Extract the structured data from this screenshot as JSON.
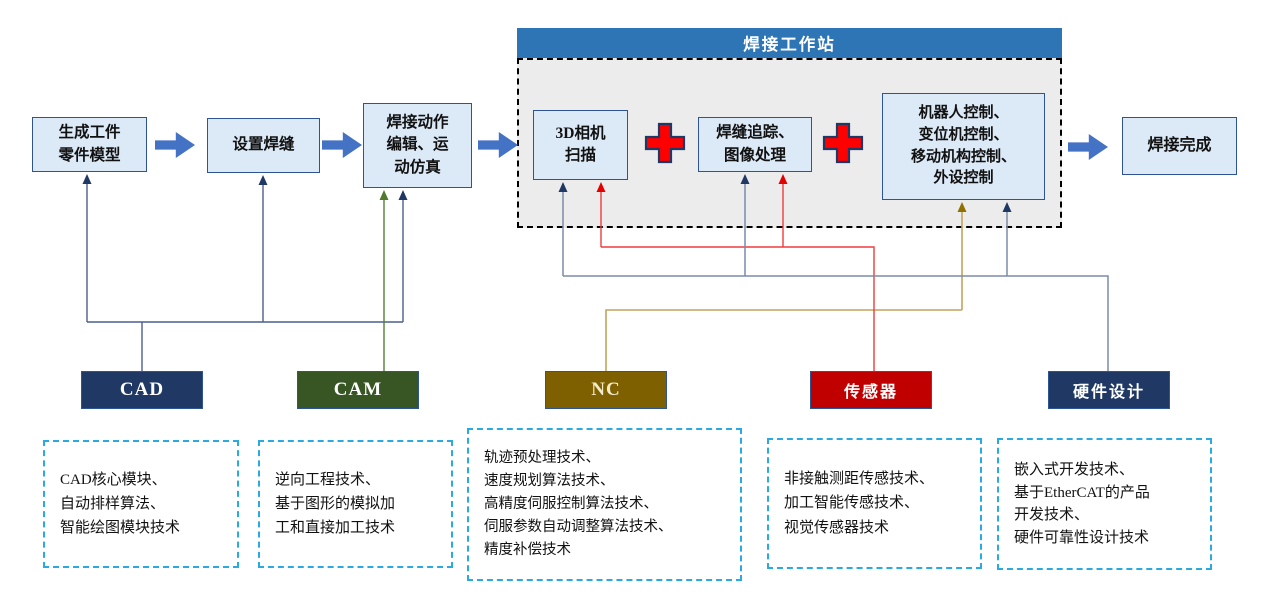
{
  "workstation": {
    "title": "焊接工作站"
  },
  "flow_boxes": [
    {
      "id": "generate-model",
      "text": "生成工件\n零件模型"
    },
    {
      "id": "set-weld-seam",
      "text": "设置焊缝"
    },
    {
      "id": "weld-motion",
      "text": "焊接动作\n编辑、运\n动仿真"
    },
    {
      "id": "camera-scan",
      "text": "3D相机\n扫描"
    },
    {
      "id": "seam-tracking",
      "text": "焊缝追踪、\n图像处理"
    },
    {
      "id": "robot-control",
      "text": "机器人控制、\n变位机控制、\n移动机构控制、\n外设控制"
    },
    {
      "id": "weld-complete",
      "text": "焊接完成"
    }
  ],
  "category_labels": [
    {
      "id": "cad",
      "text": "CAD",
      "color": "#1F3864"
    },
    {
      "id": "cam",
      "text": "CAM",
      "color": "#375623"
    },
    {
      "id": "nc",
      "text": "NC",
      "color": "#7F6000"
    },
    {
      "id": "sensor",
      "text": "传感器",
      "color": "#C00000"
    },
    {
      "id": "hardware",
      "text": "硬件设计",
      "color": "#1F3864"
    }
  ],
  "tech_boxes": [
    {
      "id": "cad-tech",
      "text": "CAD核心模块、\n自动排样算法、\n智能绘图模块技术"
    },
    {
      "id": "cam-tech",
      "text": "逆向工程技术、\n基于图形的模拟加\n工和直接加工技术"
    },
    {
      "id": "nc-tech",
      "text": "轨迹预处理技术、\n速度规划算法技术、\n高精度伺服控制算法技术、\n伺服参数自动调整算法技术、\n精度补偿技术"
    },
    {
      "id": "sensor-tech",
      "text": "非接触测距传感技术、\n加工智能传感技术、\n视觉传感器技术"
    },
    {
      "id": "hardware-tech",
      "text": "嵌入式开发技术、\n基于EtherCAT的产品\n开发技术、\n硬件可靠性设计技术"
    }
  ],
  "colors": {
    "flow_box_fill": "#DCE9F7",
    "flow_box_border": "#2F5496",
    "block_arrow": "#4472C4",
    "title_bar": "#2E75B6",
    "workstation_fill": "#ECECEC",
    "plus_sign": "#FF0000",
    "cad_line": "#4C5F8F",
    "cam_line": "#538135",
    "nc_line": "#C2A35C",
    "sensor_line": "#F03B3B",
    "hardware_line": "#7B8BAA",
    "navy_arrowhead": "#1F3864",
    "tech_box_border": "#29ABE2"
  }
}
